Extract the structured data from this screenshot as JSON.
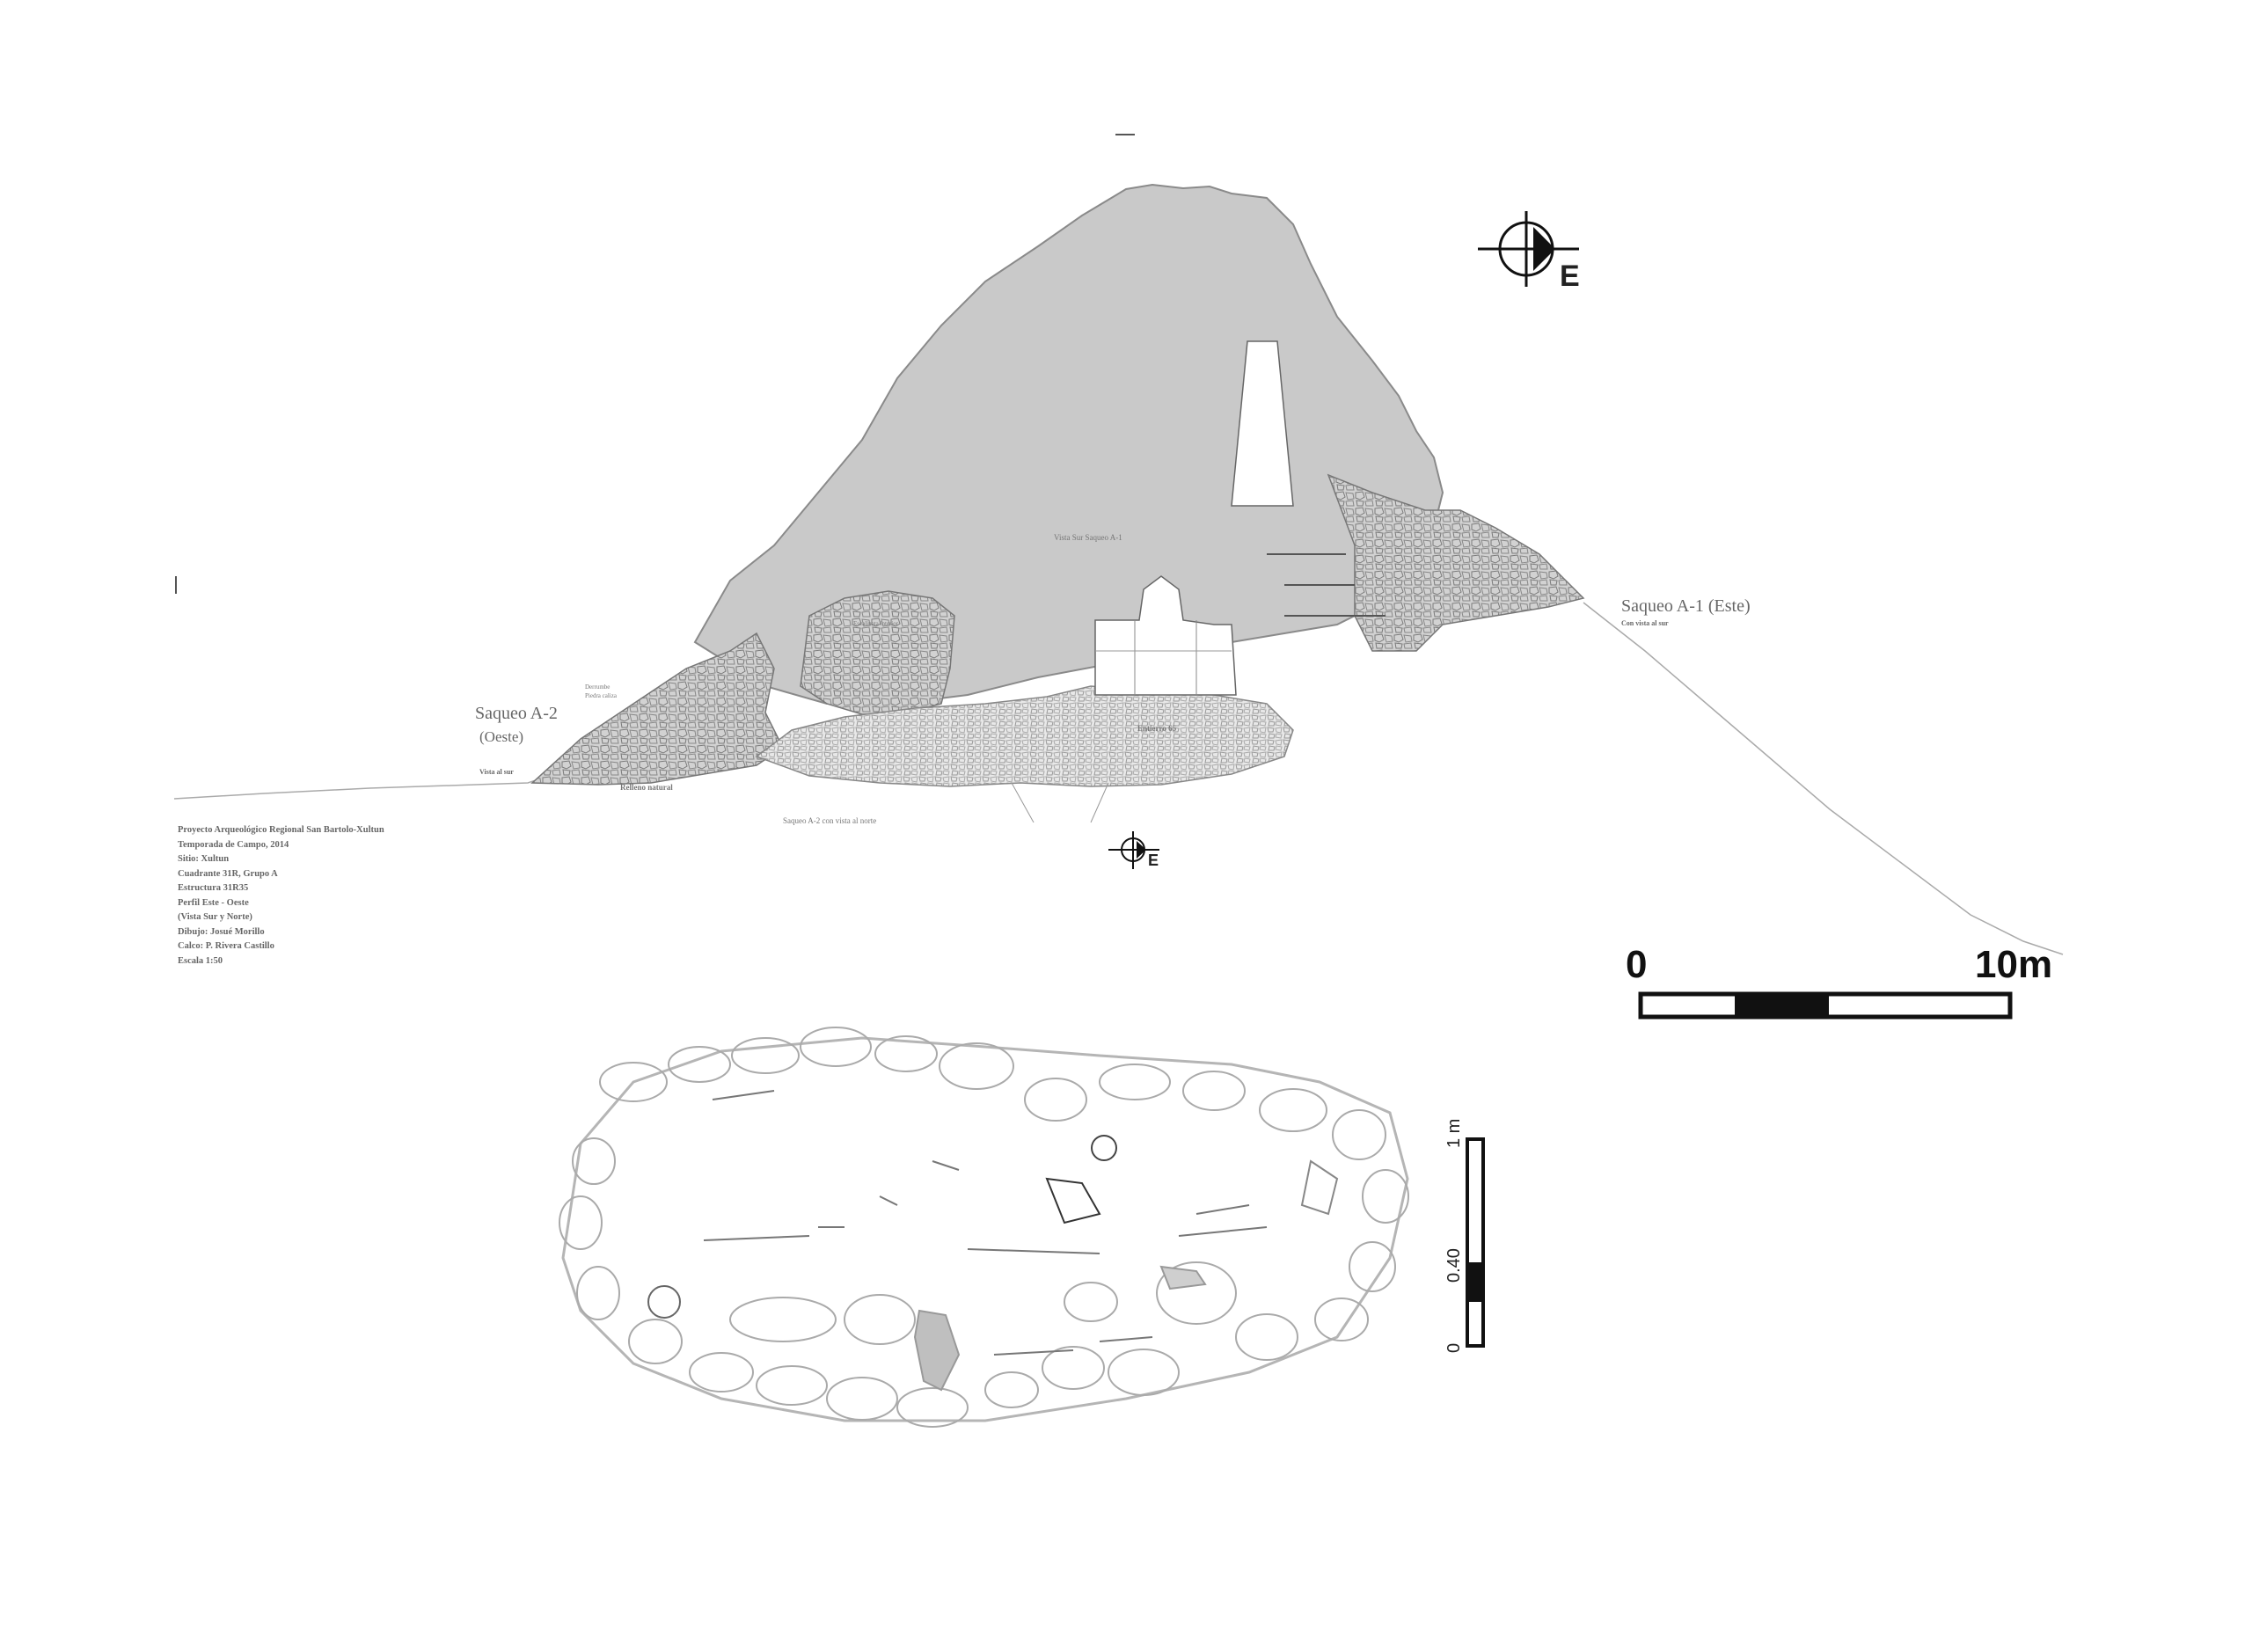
{
  "profile": {
    "center_label": "Vista Sur Saqueo A-1",
    "west_title": "Saqueo A-2",
    "west_direction": "(Oeste)",
    "west_view": "Vista al sur",
    "east_title": "Saqueo A-1 (Este)",
    "east_view": "Con vista al sur",
    "bottom_caption": "Saqueo A-2 con vista al norte",
    "relleno_label": "Relleno natural",
    "sub_label_a": "Derrumbe",
    "sub_label_b": "Piedra caliza",
    "entierro_label": "Entierro 65",
    "inner_label": "Escalinata interior"
  },
  "info_lines": [
    "Proyecto Arqueológico Regional San Bartolo-Xultun",
    "Temporada de Campo, 2014",
    "Sitio: Xultun",
    "Cuadrante 31R, Grupo A",
    "Estructura 31R35",
    "Perfil Este - Oeste",
    "(Vista Sur y Norte)",
    "Dibujo: Josué Morillo",
    "Calco: P. Rivera Castillo",
    "Escala 1:50"
  ],
  "compass": {
    "large_direction": "E",
    "small_direction": "E",
    "icon": "north-arrow-icon"
  },
  "scale_bar": {
    "start_label": "0",
    "end_label": "10m"
  },
  "plan_scale": {
    "top_label": "1 m",
    "mid_label": "0.40",
    "bottom_label": "0"
  },
  "colors": {
    "mound_fill": "#c9c9c9",
    "outline": "#8a8a8a",
    "ink": "#111111"
  }
}
